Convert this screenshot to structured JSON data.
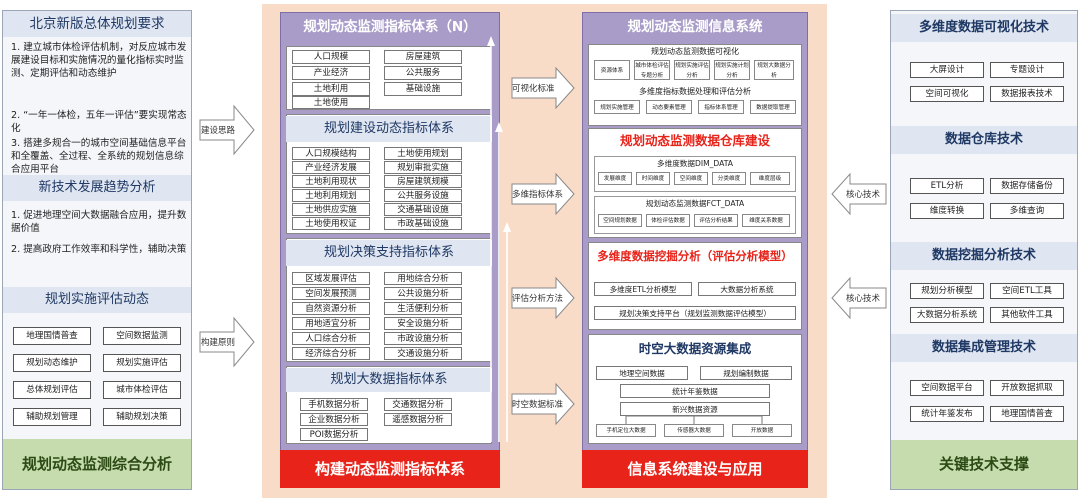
{
  "left": {
    "title": "北京新版总体规划要求",
    "items": [
      "1. 建立城市体检评估机制，对反应城市发展建设目标和实施情况的量化指标实时监测、定期评估和动态维护",
      "2. “一年一体检，五年一评估”要实现常态化",
      "3. 搭建多规合一的城市空间基础信息平台和全覆盖、全过程、全系统的规划信息综合应用平台"
    ],
    "trend_title": "新技术发展趋势分析",
    "trend_items": [
      "1. 促进地理空间大数据融合应用，提升数据价值",
      "2. 提高政府工作效率和科学性，辅助决策"
    ],
    "impl_title": "规划实施评估动态",
    "impl_boxes": [
      "地理国情普查",
      "空间数据监测",
      "规划动态维护",
      "规划实施评估",
      "总体规划评估",
      "城市体检评估",
      "辅助规划管理",
      "辅助规划决策"
    ],
    "footer": "规划动态监测综合分析"
  },
  "middle": {
    "title": "规划动态监测指标体系（N）",
    "sec1": [
      "人口规模",
      "房屋建筑",
      "产业经济",
      "公共服务",
      "土地利用",
      "基础设施",
      "土地使用"
    ],
    "sec2_title": "规划建设动态指标体系",
    "sec2": [
      "人口规模结构",
      "土地使用规划",
      "产业经济发展",
      "规划审批实施",
      "土地利用现状",
      "房屋建筑规模",
      "土地利用规划",
      "公共服务设施",
      "土地供应实施",
      "交通基础设施",
      "土地使用权证",
      "市政基础设施"
    ],
    "sec3_title": "规划决策支持指标体系",
    "sec3": [
      "区域发展评估",
      "用地综合分析",
      "空间发展预测",
      "公共设施分析",
      "自然资源分析",
      "生活便利分析",
      "用地适宜分析",
      "安全设施分析",
      "人口综合分析",
      "市政设施分析",
      "经济综合分析",
      "交通设施分析"
    ],
    "sec4_title": "规划大数据指标体系",
    "sec4": [
      "手机数据分析",
      "交通数据分析",
      "企业数据分析",
      "遥感数据分析",
      "POI数据分析"
    ],
    "footer": "构建动态监测指标体系"
  },
  "right": {
    "title": "规划动态监测信息系统",
    "vis_title": "规划动态监测数据可视化",
    "vis_items": [
      "资源体系",
      "城市体检评估专题分析",
      "规划实施评估分析",
      "规划实施计划分析",
      "规划大数据分析"
    ],
    "proc_title": "多维度指标数据处理和评估分析",
    "proc_items": [
      "规划实施管理",
      "动态要素管理",
      "指标体系管理",
      "数据提取管理"
    ],
    "dw_title": "规划动态监测数据仓库建设",
    "dim_title": "多维度数据DIM_DATA",
    "dim_items": [
      "发展维度",
      "时间维度",
      "空间维度",
      "分类维度",
      "维度层级"
    ],
    "fct_title": "规划动态监测数据FCT_DATA",
    "fct_items": [
      "空间规划数据",
      "体检评估数据",
      "评估分析结果",
      "维度关系数据"
    ],
    "mine_title": "多维度数据挖掘分析（评估分析模型）",
    "mine_items": [
      "多维度ETL分析模型",
      "大数据分析系统",
      "规划决策支持平台（规划监测数据评估模型）"
    ],
    "st_title": "时空大数据资源集成",
    "st_items": [
      "地理空间数据",
      "规划编制数据",
      "统计年鉴数据",
      "新兴数据资源"
    ],
    "st_sub": [
      "手机定位大数据",
      "传感器大数据",
      "开放数据"
    ],
    "footer": "信息系统建设与应用"
  },
  "far": {
    "vis_title": "多维度数据可视化技术",
    "vis_items": [
      "大屏设计",
      "专题设计",
      "空间可视化",
      "数据报表技术"
    ],
    "dw_title": "数据仓库技术",
    "dw_items": [
      "ETL分析",
      "数据存储备份",
      "维度转换",
      "多维查询"
    ],
    "dm_title": "数据挖掘分析技术",
    "dm_items": [
      "规划分析模型",
      "空间ETL工具",
      "大数据分析系统",
      "其他软件工具"
    ],
    "di_title": "数据集成管理技术",
    "di_items": [
      "空间数据平台",
      "开放数据抓取",
      "统计年鉴发布",
      "地理国情普查"
    ],
    "footer": "关键技术支撑"
  },
  "arrows": {
    "build_idea": "建设思路",
    "build_principle": "构建原则",
    "vis_std": "可视化标准",
    "multi_idx": "多维指标体系",
    "eval_method": "评估分析方法",
    "st_std": "时空数据标准",
    "core_tech1": "核心技术",
    "core_tech2": "核心技术"
  }
}
